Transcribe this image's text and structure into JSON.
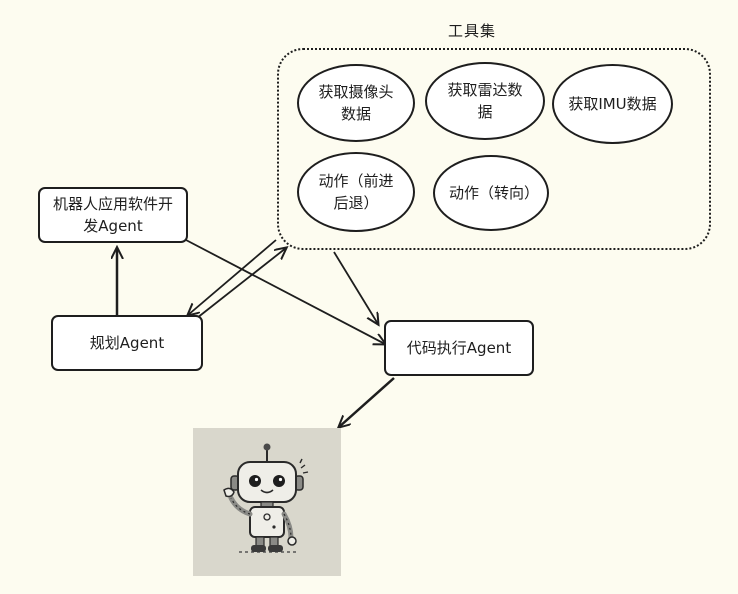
{
  "toolset": {
    "title": "工具集",
    "tools": [
      {
        "label": "获取摄像头数据"
      },
      {
        "label": "获取雷达数据"
      },
      {
        "label": "获取IMU数据"
      },
      {
        "label": "动作（前进后退）"
      },
      {
        "label": "动作（转向）"
      }
    ]
  },
  "nodes": {
    "dev_agent": "机器人应用软件开发Agent",
    "plan_agent": "规划Agent",
    "exec_agent": "代码执行Agent"
  },
  "colors": {
    "background": "#fdfcf0",
    "stroke": "#1e1e1e",
    "node_fill": "#ffffff",
    "robot_panel": "#d9d7cc"
  }
}
